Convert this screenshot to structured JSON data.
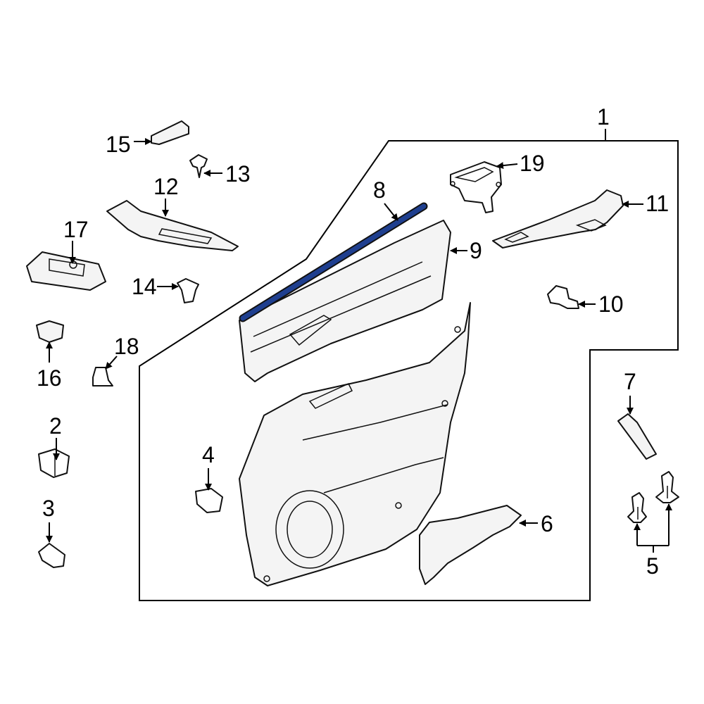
{
  "colors": {
    "highlight": "#1f3f8f",
    "line": "#111111",
    "background": "#ffffff"
  },
  "callouts": {
    "c1": "1",
    "c2": "2",
    "c3": "3",
    "c4": "4",
    "c5": "5",
    "c6": "6",
    "c7": "7",
    "c8": "8",
    "c9": "9",
    "c10": "10",
    "c11": "11",
    "c12": "12",
    "c13": "13",
    "c14": "14",
    "c15": "15",
    "c16": "16",
    "c17": "17",
    "c18": "18",
    "c19": "19"
  }
}
